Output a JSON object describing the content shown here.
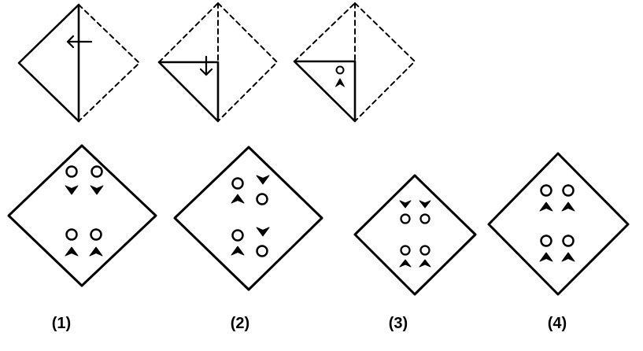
{
  "options": {
    "labels": [
      "(1)",
      "(2)",
      "(3)",
      "(4)"
    ]
  }
}
